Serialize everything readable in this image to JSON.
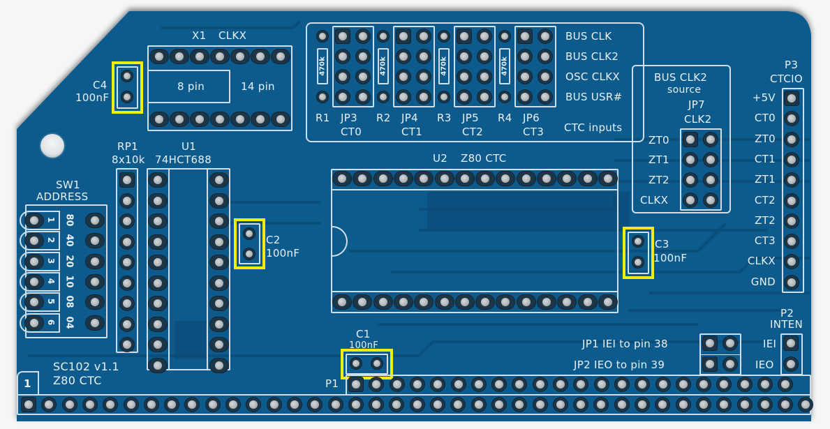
{
  "board": {
    "name": "SC102 v1.1",
    "subtitle": "Z80 CTC",
    "pin1_marker": "1",
    "colors": {
      "soldermask": "#0d5a8c",
      "silkscreen": "#e8f1f6",
      "highlight": "#f2ec10",
      "background": "#f4f6f7"
    }
  },
  "components": {
    "x1": {
      "ref": "X1",
      "value": "CLKX",
      "option_8pin": "8 pin",
      "option_14pin": "14 pin"
    },
    "c4": {
      "ref": "C4",
      "value": "100nF"
    },
    "c2": {
      "ref": "C2",
      "value": "100nF"
    },
    "c3": {
      "ref": "C3",
      "value": "100nF"
    },
    "c1": {
      "ref": "C1",
      "value": "100nF"
    },
    "rp1": {
      "ref": "RP1",
      "value": "8x10k"
    },
    "u1": {
      "ref": "U1",
      "value": "74HCT688"
    },
    "u2": {
      "ref": "U2",
      "value": "Z80 CTC"
    },
    "sw1": {
      "ref": "SW1",
      "value": "ADDRESS",
      "switches": [
        {
          "num": "1",
          "addr": "80"
        },
        {
          "num": "2",
          "addr": "40"
        },
        {
          "num": "3",
          "addr": "20"
        },
        {
          "num": "4",
          "addr": "10"
        },
        {
          "num": "5",
          "addr": "08"
        },
        {
          "num": "6",
          "addr": "04"
        }
      ]
    },
    "ctc_inputs": {
      "title": "CTC inputs",
      "rows": [
        "BUS CLK",
        "BUS CLK2",
        "OSC CLKX",
        "BUS USR#"
      ],
      "resistors": [
        {
          "ref": "R1",
          "value": "470k"
        },
        {
          "ref": "R2",
          "value": "470k"
        },
        {
          "ref": "R3",
          "value": "470k"
        },
        {
          "ref": "R4",
          "value": "470k"
        }
      ],
      "jumpers": [
        {
          "ref": "JP3",
          "channel": "CT0"
        },
        {
          "ref": "JP4",
          "channel": "CT1"
        },
        {
          "ref": "JP5",
          "channel": "CT2"
        },
        {
          "ref": "JP6",
          "channel": "CT3"
        }
      ]
    },
    "jp7": {
      "title": "BUS CLK2",
      "subtitle": "source",
      "ref": "JP7",
      "value": "CLK2",
      "rows": [
        "ZT0",
        "ZT1",
        "ZT2",
        "CLKX"
      ]
    },
    "p3": {
      "ref": "P3",
      "value": "CTCIO",
      "pins": [
        "+5V",
        "CT0",
        "ZT0",
        "CT1",
        "ZT1",
        "CT2",
        "ZT2",
        "CT3",
        "CLKX",
        "GND"
      ]
    },
    "p2": {
      "ref": "P2",
      "value": "INTEN",
      "pins": [
        "IEI",
        "IEO"
      ]
    },
    "jp1": {
      "label": "JP1 IEI to pin 38"
    },
    "jp2": {
      "label": "JP2 IEO to pin 39"
    },
    "p1": {
      "ref": "P1"
    }
  }
}
